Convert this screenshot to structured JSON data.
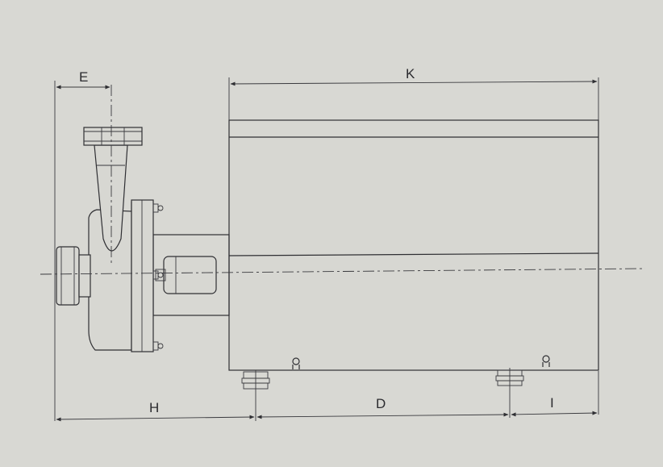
{
  "diagram": {
    "dimension_labels": {
      "E": "E",
      "K": "K",
      "H": "H",
      "D": "D",
      "I": "I"
    }
  }
}
